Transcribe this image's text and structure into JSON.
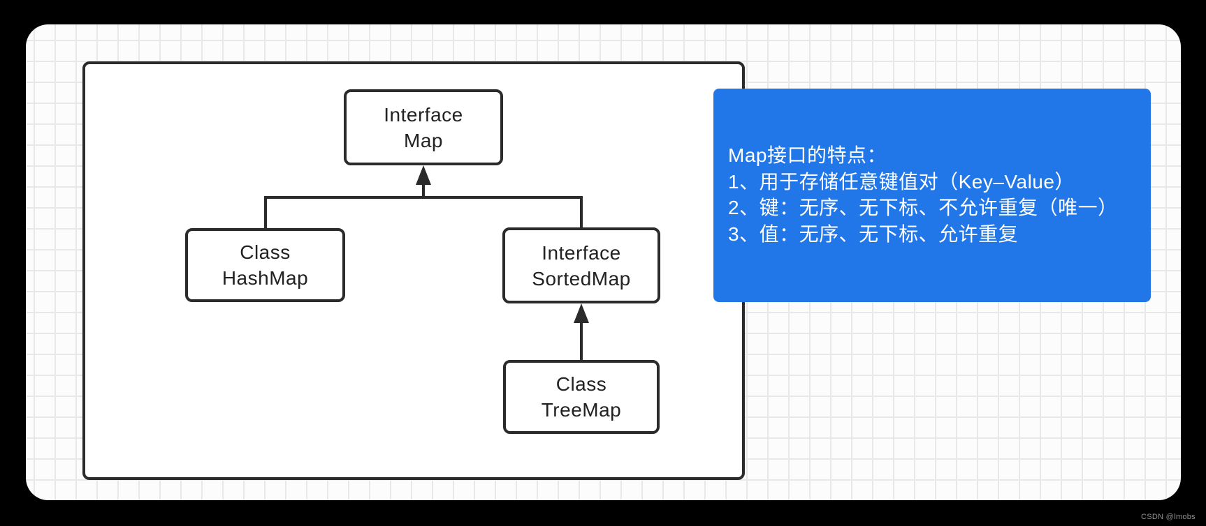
{
  "canvas": {
    "background_color": "#000000",
    "board_background_color": "#fcfcfc",
    "grid_line_color": "#e8e8e8",
    "watermark": "CSDN @lmobs"
  },
  "diagram": {
    "stroke_color": "#2b2b2b",
    "nodes": [
      {
        "id": "interface-map",
        "line1": "Interface",
        "line2": "Map"
      },
      {
        "id": "class-hashmap",
        "line1": "Class",
        "line2": "HashMap"
      },
      {
        "id": "interface-sortedmap",
        "line1": "Interface",
        "line2": "SortedMap"
      },
      {
        "id": "class-treemap",
        "line1": "Class",
        "line2": "TreeMap"
      }
    ],
    "edges": [
      {
        "from": "class-hashmap",
        "to": "interface-map",
        "type": "inheritance-arrow"
      },
      {
        "from": "interface-sortedmap",
        "to": "interface-map",
        "type": "inheritance-arrow"
      },
      {
        "from": "class-treemap",
        "to": "interface-sortedmap",
        "type": "inheritance-arrow"
      }
    ]
  },
  "note": {
    "background_color": "#2277e8",
    "text_color": "#ffffff",
    "lines": [
      "Map接口的特点：",
      "1、用于存储任意键值对（Key–Value）",
      "2、键：无序、无下标、不允许重复（唯一）",
      "3、值：无序、无下标、允许重复"
    ]
  }
}
